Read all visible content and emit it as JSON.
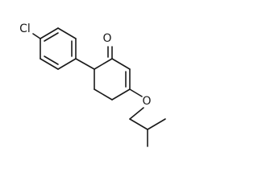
{
  "molecule": {
    "atoms": {
      "chlorine": "Cl",
      "ketone_oxygen": "O",
      "ether_oxygen": "O"
    },
    "colors": {
      "bond": "#1a1a1a",
      "label": "#1a1a1a",
      "background": "#ffffff"
    }
  }
}
